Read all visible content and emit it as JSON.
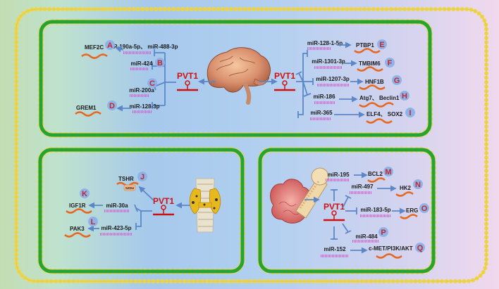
{
  "colors": {
    "membrane_outer": "#efd548",
    "membrane_inner": "#25a434",
    "pvt1": "#d01010",
    "arrow": "#5b87c8",
    "mirna_bar": "#d25fd0",
    "mrna_wave": "#e8651c",
    "letter_circle": "#8fb3e6",
    "letter_text": "#c4262e"
  },
  "panels": {
    "brain": {
      "left_lnc": "PVT1",
      "right_lnc": "PVT1",
      "left_pathways": [
        {
          "letter": "A",
          "mirna": "miR-190a-5p、 miR-488-3p",
          "target": "MEF2C"
        },
        {
          "letter": "B",
          "mirna": "miR-424",
          "target": ""
        },
        {
          "letter": "C",
          "mirna": "miR-200a",
          "target": ""
        },
        {
          "letter": "D",
          "mirna": "miR-128-3p",
          "target": "GREM1"
        }
      ],
      "right_pathways": [
        {
          "letter": "E",
          "mirna": "miR-128-1-5p",
          "target": "PTBP1"
        },
        {
          "letter": "F",
          "mirna": "miR-1301-3p",
          "target": "TMBIM6"
        },
        {
          "letter": "G",
          "mirna": "miR-1207-3p",
          "target": "HNF1B"
        },
        {
          "letter": "H",
          "mirna": "miR-186",
          "target": "Atg7、 Beclin1"
        },
        {
          "letter": "I",
          "mirna": "miR-365",
          "target": "ELF4、 SOX2"
        }
      ]
    },
    "thyroid": {
      "lnc": "PVT1",
      "receptor_label": "SZDU",
      "pathways": [
        {
          "letter": "J",
          "mirna": "",
          "target": "TSHR"
        },
        {
          "letter": "K",
          "mirna": "miR-30a",
          "target": "IGF1R"
        },
        {
          "letter": "L",
          "mirna": "miR-423-5p",
          "target": "PAK3"
        }
      ]
    },
    "bone": {
      "lnc": "PVT1",
      "pathways": [
        {
          "letter": "M",
          "mirna": "miR-195",
          "target": "BCL2"
        },
        {
          "letter": "N",
          "mirna": "miR-497",
          "target": "HK2"
        },
        {
          "letter": "O",
          "mirna": "miR-183-5p",
          "target": "ERG"
        },
        {
          "letter": "P",
          "mirna": "miR-484",
          "target": ""
        },
        {
          "letter": "Q",
          "mirna": "miR-152",
          "target": "c-MET/PI3K/AKT"
        }
      ]
    }
  }
}
